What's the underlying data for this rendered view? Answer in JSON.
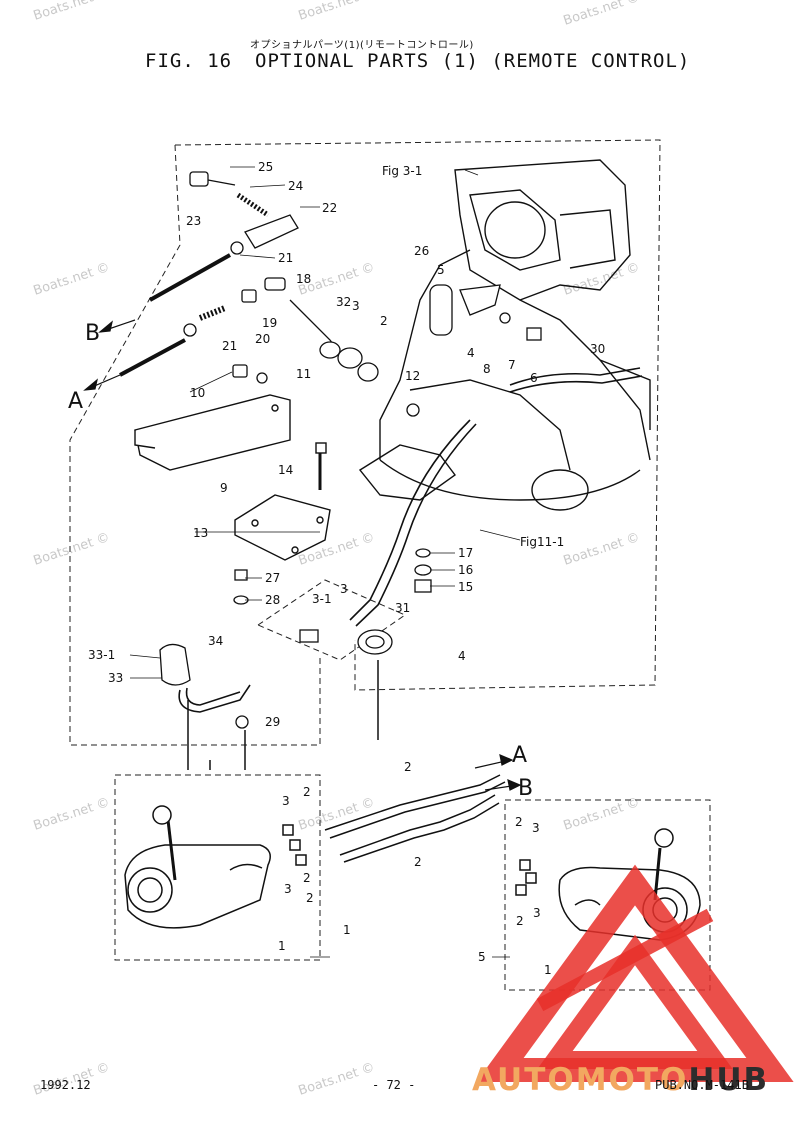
{
  "header": {
    "japanese_title": "オプショナルパーツ(1)(リモートコントロール)",
    "fig_number": "FIG. 16",
    "title": "OPTIONAL PARTS (1) (REMOTE CONTROL)"
  },
  "callouts": {
    "c25": "25",
    "c24": "24",
    "c23": "23",
    "c22": "22",
    "c21a": "21",
    "c21b": "21",
    "c18": "18",
    "c32": "32",
    "c3a": "3",
    "c2a": "2",
    "c19": "19",
    "c20": "20",
    "c10": "10",
    "c11": "11",
    "c9": "9",
    "c14": "14",
    "c13": "13",
    "c26": "26",
    "c5a": "5",
    "c4a": "4",
    "c8": "8",
    "c7": "7",
    "c6": "6",
    "c12": "12",
    "c30": "30",
    "c17": "17",
    "c16": "16",
    "c15": "15",
    "c27": "27",
    "c28": "28",
    "c3b": "3",
    "c31b": "3-1",
    "c31": "31",
    "c4b": "4",
    "c331": "33-1",
    "c33": "33",
    "c34": "34",
    "c29": "29",
    "c2b": "2",
    "c2c": "2",
    "c3l1": "3",
    "c2l1": "2",
    "c2l2": "2",
    "c3l2": "3",
    "c2l3": "2",
    "c1a": "1",
    "c1b": "1",
    "c2r1": "2",
    "c3r1": "3",
    "c2r2": "2",
    "c3r2": "3",
    "c1r": "1",
    "c5b": "5",
    "fig31": "Fig 3-1",
    "fig111": "Fig11-1"
  },
  "arrows": {
    "A": "A",
    "B": "B"
  },
  "watermark": "Boats.net ©",
  "footer": {
    "date": "1992.12",
    "page": "- 72 -",
    "pub_no": "PUB.NO.M-141B"
  },
  "logo": {
    "part1": "AUTOMOTO",
    "part2": "HUB",
    "accent_color": "#e8302a",
    "text_color_1": "#f2a860",
    "text_color_2": "#2d2d2d"
  }
}
